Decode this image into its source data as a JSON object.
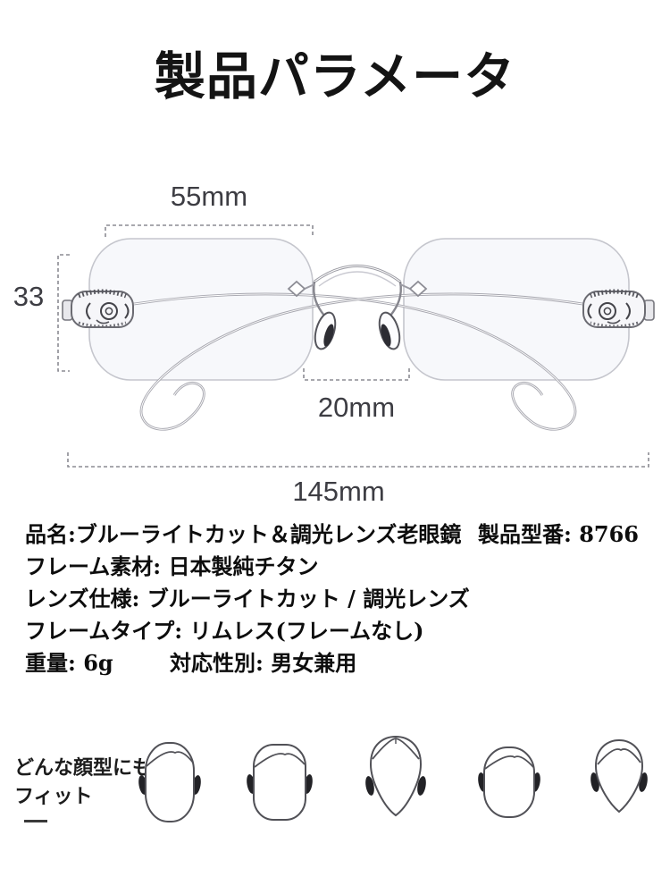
{
  "title": "製品パラメータ",
  "diagram": {
    "lens_width_label": "55mm",
    "lens_height_label": "33",
    "bridge_label": "20mm",
    "total_width_label": "145mm",
    "illustration": "rimless-glasses-with-ornate-hinges"
  },
  "specs": {
    "rows": [
      [
        "品名:ブルーライトカット＆調光レンズ老眼鏡",
        "製品型番: 8766"
      ],
      [
        "フレーム素材: 日本製純チタン"
      ],
      [
        "レンズ仕様: ブルーライトカット / 調光レンズ"
      ],
      [
        "フレームタイプ: リムレス(フレームなし)"
      ],
      [
        "重量: 6g",
        "対応性別: 男女兼用"
      ]
    ]
  },
  "fit": {
    "heading_line1": "どんな顔型にも",
    "heading_line2": "フィット",
    "face_shapes": [
      "oblong-face",
      "square-face",
      "heart-face",
      "round-face",
      "diamond-face"
    ]
  },
  "colors": {
    "text": "#141414",
    "measurement_text": "#3d3d43",
    "bracket": "#8b8b93",
    "metal": "#a8a8b0",
    "face_outline": "#515157"
  }
}
